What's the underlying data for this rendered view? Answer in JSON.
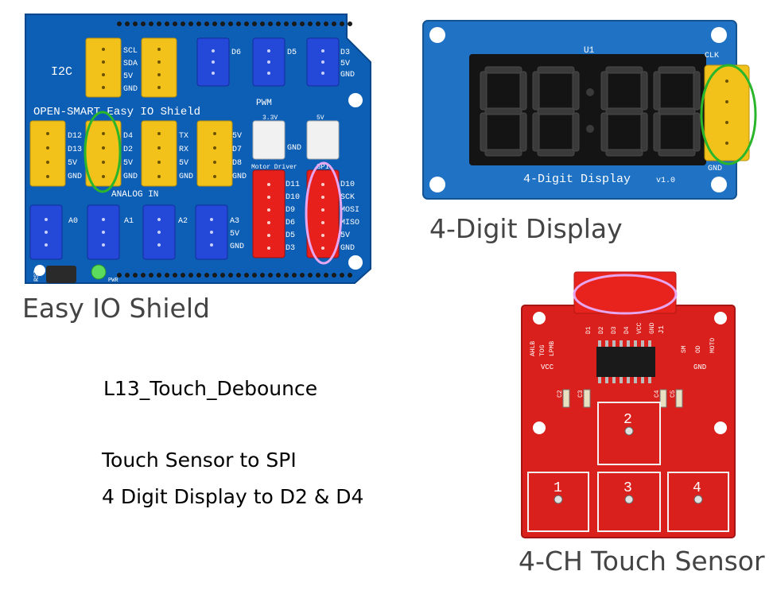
{
  "captions": {
    "shield": "Easy IO Shield",
    "display": "4-Digit Display",
    "touch": "4-CH Touch Sensor"
  },
  "notes": {
    "title": "L13_Touch_Debounce",
    "line1": "Touch Sensor to SPI",
    "line2": "4 Digit Display to D2 & D4"
  },
  "shield": {
    "silk_title": "OPEN-SMART Easy IO Shield",
    "i2c": "I2C",
    "pwm": "PWM",
    "analog_in": "ANALOG IN",
    "motor_driver": "Motor Driver",
    "spi": "SPI",
    "rst": "RST",
    "pwr": "PWR",
    "i2c_pins": [
      "SCL",
      "SDA",
      "5V",
      "GND"
    ],
    "pwm_pins_a": [
      "D6"
    ],
    "pwm_pins_b": [
      "D5"
    ],
    "pwm_pins_c": [
      "D3",
      "5V",
      "GND"
    ],
    "digital_left": [
      "D12",
      "D13",
      "5V",
      "GND"
    ],
    "digital_mid": [
      "D4",
      "D2",
      "5V",
      "GND"
    ],
    "serial": [
      "TX",
      "RX",
      "5V",
      "GND"
    ],
    "digital_right": [
      "5V",
      "D7",
      "D8",
      "GND"
    ],
    "v33": "3.3V",
    "v5": "5V",
    "gnd": "GND",
    "motor_pins": [
      "D11",
      "D10",
      "D9",
      "D6",
      "D5",
      "D3"
    ],
    "spi_pins": [
      "D10",
      "SCK",
      "MOSI",
      "MISO",
      "5V",
      "GND"
    ],
    "analog_pins": [
      "A0",
      "A1",
      "A2",
      "A3",
      "5V",
      "GND"
    ]
  },
  "display_board": {
    "ref": "U1",
    "clk": "CLK",
    "gnd": "GND",
    "name": "4-Digit Display",
    "version": "v1.0"
  },
  "touch_board": {
    "header_pins": [
      "D1",
      "D2",
      "D3",
      "D4",
      "VCC",
      "GND"
    ],
    "j1": "J1",
    "vcc": "VCC",
    "gnd": "GND",
    "left_labels": [
      "AHLB",
      "TOG",
      "LPMB"
    ],
    "right_labels": [
      "SM",
      "OD",
      "MOTO"
    ],
    "caps": [
      "C2",
      "C3",
      "C4",
      "C5"
    ],
    "pads": [
      "1",
      "2",
      "3",
      "4"
    ]
  },
  "colors": {
    "shield_blue": "#0d5fb5",
    "display_blue": "#1f72c4",
    "touch_red": "#d9201c",
    "header_yellow": "#f2c21b",
    "header_blue": "#2448d8",
    "header_red": "#e8201c",
    "green_mark": "#2bb52b",
    "pink_mark": "#e7a6f0"
  }
}
